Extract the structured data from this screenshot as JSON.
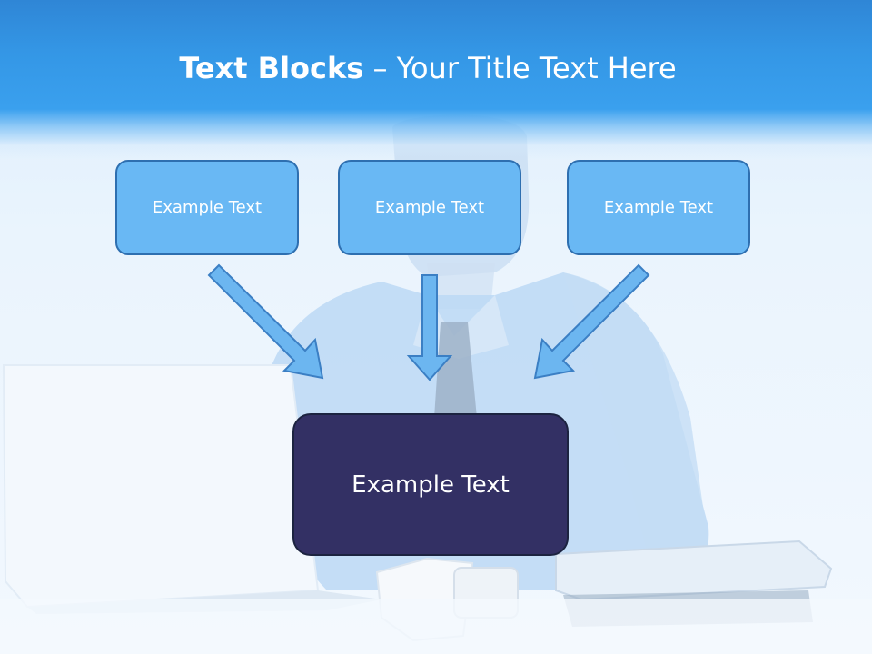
{
  "title": {
    "bold": "Text Blocks",
    "dash": " – ",
    "rest": "Your Title Text Here"
  },
  "boxes": [
    {
      "label": "Example Text"
    },
    {
      "label": "Example Text"
    },
    {
      "label": "Example Text"
    }
  ],
  "center_box": {
    "label": "Example Text"
  },
  "colors": {
    "header": "#3497e6",
    "small_box_fill": "#69b8f4",
    "small_box_border": "#2e6fb0",
    "center_box_fill": "#333064",
    "arrow_fill": "#6cb6f0",
    "arrow_stroke": "#3b7fc4"
  }
}
